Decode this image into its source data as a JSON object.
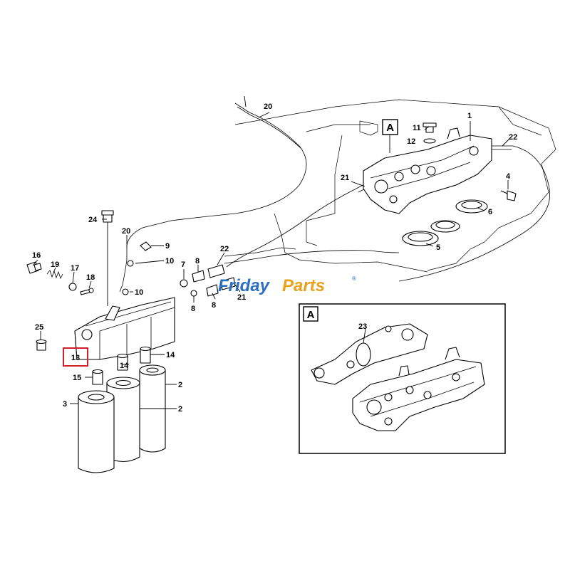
{
  "callouts": {
    "c1": "1",
    "c2a": "2",
    "c2b": "2",
    "c3": "3",
    "c4": "4",
    "c5": "5",
    "c6": "6",
    "c7": "7",
    "c8a": "8",
    "c8b": "8",
    "c9": "9",
    "c10a": "10",
    "c10b": "10",
    "c11": "11",
    "c12": "12",
    "c13": "13",
    "c14a": "14",
    "c14b": "14",
    "c15": "15",
    "c16": "16",
    "c17": "17",
    "c18": "18",
    "c19": "19",
    "c20a": "20",
    "c20b": "20",
    "c21a": "21",
    "c21b": "21",
    "c22a": "22",
    "c22b": "22",
    "c23": "23",
    "c24": "24",
    "c25": "25"
  },
  "view_tag": "A",
  "detail": {
    "tag": "A"
  },
  "watermark": {
    "word1": "Friday",
    "word2": "Parts",
    "reg": "®",
    "color1": "#2a6fc0",
    "color2": "#e8a21c"
  },
  "highlight_color": "#d0202a"
}
